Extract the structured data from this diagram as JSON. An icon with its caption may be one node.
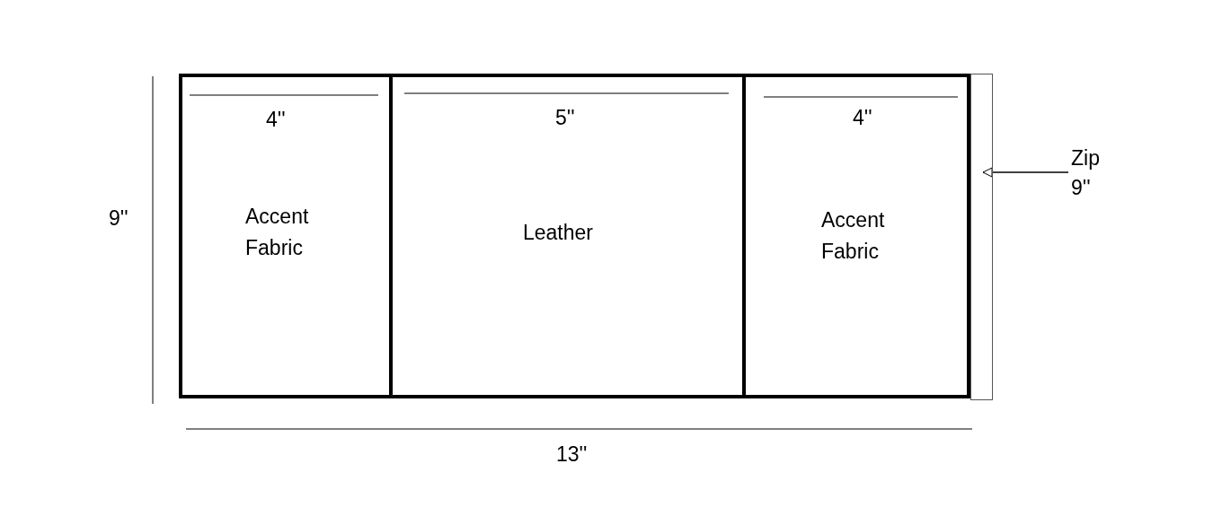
{
  "diagram": {
    "nodes": [
      {
        "text": [
          "Accent Fabric"
        ]
      },
      {
        "text": [
          "Leather"
        ]
      },
      {
        "text": [
          "Accent Fabric"
        ]
      },
      {
        "text": [],
        "shape": "bar"
      },
      {
        "text": [
          "Zip 9''"
        ]
      }
    ],
    "edges": [
      {
        "from": 4,
        "to": 3,
        "arrow": "to"
      }
    ],
    "labels": [
      "4''",
      "5''",
      "4''",
      "9''",
      "13''"
    ]
  }
}
